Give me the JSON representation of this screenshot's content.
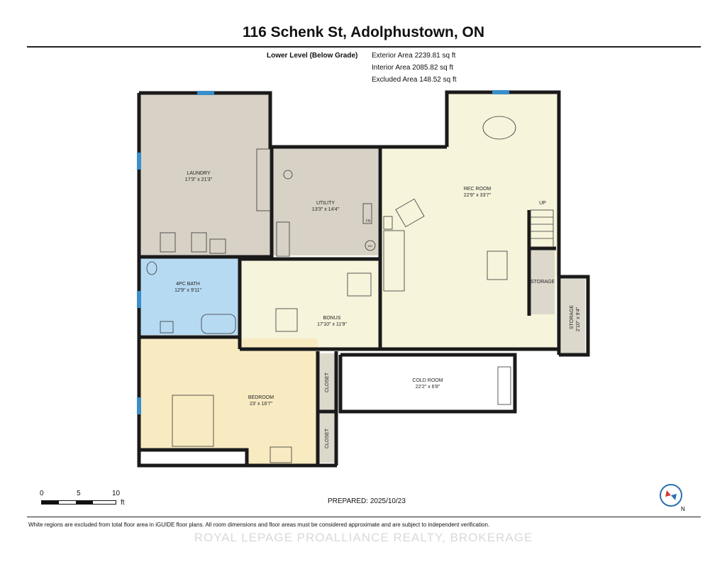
{
  "header": {
    "title": "116 Schenk St, Adolphustown, ON"
  },
  "areas": {
    "level": "Lower Level (Below Grade)",
    "exterior": "Exterior Area 2239.81 sq ft",
    "interior": "Interior Area 2085.82 sq ft",
    "excluded": "Excluded Area 148.52 sq ft"
  },
  "rooms": {
    "laundry": {
      "name": "LAUNDRY",
      "dim": "17'3\" x 21'3\""
    },
    "utility": {
      "name": "UTILITY",
      "dim": "13'3\" x 14'4\""
    },
    "rec_room": {
      "name": "REC ROOM",
      "dim": "22'9\" x 33'7\""
    },
    "bath": {
      "name": "4PC BATH",
      "dim": "12'9\" x 9'11\""
    },
    "bonus": {
      "name": "BONUS",
      "dim": "17'10\" x 11'9\""
    },
    "storage_a": {
      "name": "STORAGE"
    },
    "storage_b": {
      "name": "STORAGE",
      "dim": "2'10\" x 9'4\""
    },
    "bedroom": {
      "name": "BEDROOM",
      "dim": "23' x 16'7\""
    },
    "cold_room": {
      "name": "COLD ROOM",
      "dim": "22'2\" x 6'8\""
    },
    "closet_a": {
      "name": "CLOSET"
    },
    "closet_b": {
      "name": "CLOSET"
    }
  },
  "labels": {
    "up": "UP",
    "fn": "FN",
    "wh": "WH"
  },
  "scale": {
    "zero": "0",
    "five": "5",
    "ten": "10",
    "unit": "ft"
  },
  "prepared": "PREPARED: 2025/10/23",
  "footer": {
    "note": "White regions are excluded from total floor area in iGUIDE floor plans. All room dimensions and floor areas must be considered approximate and are subject to independent verification.",
    "watermark": "ROYAL LEPAGE PROALLIANCE REALTY, BROKERAGE"
  },
  "compass": {
    "label": "N"
  },
  "colors": {
    "laundry": "#d8d2c6",
    "utility": "#d8d2c6",
    "rec_room": "#f7f4dc",
    "bath": "#b7daf3",
    "bonus": "#f7f4dc",
    "bedroom": "#f8ebc2",
    "storage": "#ddd8cc",
    "wall": "#1a1a1a",
    "window": "#3b8ec9"
  }
}
